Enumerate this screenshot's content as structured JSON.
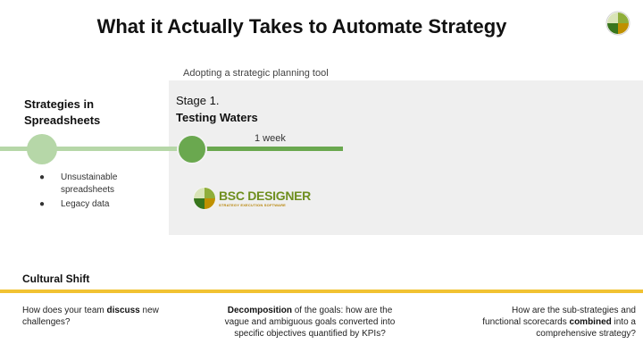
{
  "title": "What it Actually Takes to Automate Strategy",
  "panel_caption": "Adopting a strategic planning tool",
  "timeline": {
    "left_heading_line1": "Strategies in",
    "left_heading_line2": "Spreadsheets",
    "stage_label": "Stage 1.",
    "stage_name": "Testing Waters",
    "duration": "1 week"
  },
  "bullets": [
    "Unsustainable spreadsheets",
    "Legacy data"
  ],
  "bullet_char": "●",
  "brand": {
    "name": "BSC DESIGNER",
    "tagline": "STRATEGY EXECUTION SOFTWARE"
  },
  "section_title": "Cultural Shift",
  "questions": {
    "left": {
      "pre": "How does your team ",
      "bold": "discuss",
      "post": " new challenges?"
    },
    "middle": {
      "pre": "",
      "bold": "Decomposition",
      "post": " of the goals: how are the vague and ambiguous goals converted into specific objectives quantified by KPIs?"
    },
    "right": {
      "pre": "How are the sub-strategies and functional scorecards ",
      "bold": "combined",
      "post": " into a comprehensive strategy?"
    }
  },
  "colors": {
    "light_green": "#b6d7a8",
    "green": "#6aa84f",
    "yellow": "#f1c232",
    "panel_gray": "#efefef"
  }
}
